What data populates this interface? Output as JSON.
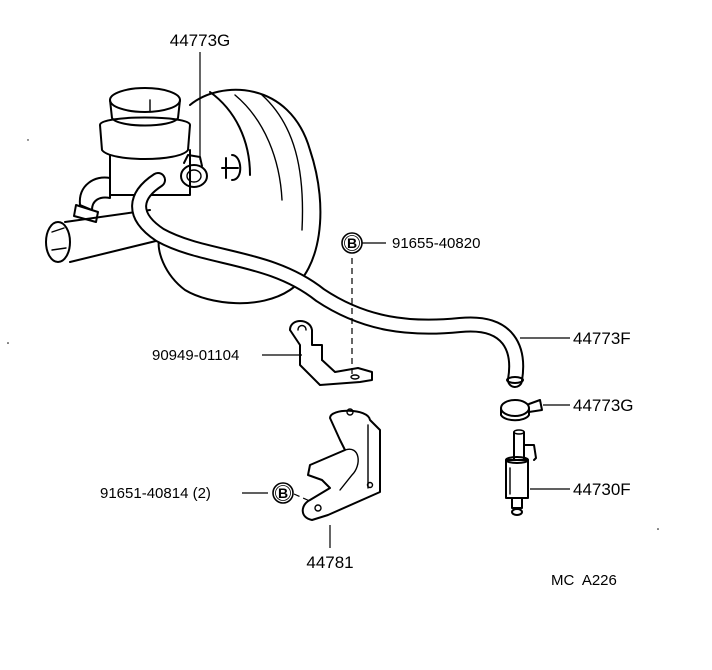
{
  "labels": {
    "clamp_top": "44773G",
    "bolt_top": "91655-40820",
    "bolt_top_marker": "B",
    "clip": "90949-01104",
    "hose": "44773F",
    "clamp_right": "44773G",
    "bolt_bottom": "91651-40814 (2)",
    "bolt_bottom_marker": "B",
    "valve": "44730F",
    "bracket": "44781",
    "figure_code": "MC  A226"
  },
  "colors": {
    "ink": "#000000",
    "paper": "#ffffff"
  }
}
